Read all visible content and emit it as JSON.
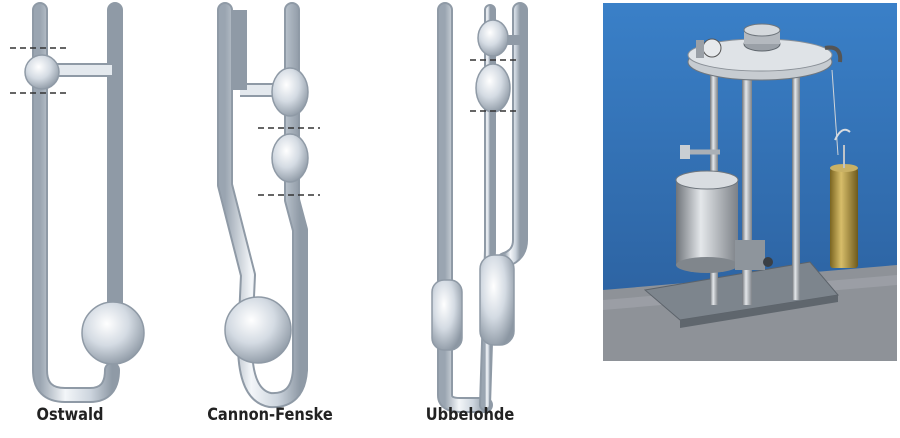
{
  "viscometers": [
    {
      "id": "ostwald",
      "label": "Ostwald"
    },
    {
      "id": "cannon-fenske",
      "label": "Cannon-Fenske"
    },
    {
      "id": "ubbelohde",
      "label": "Ubbelohde"
    }
  ],
  "colors": {
    "glass_light": "#eef2f6",
    "glass_mid": "#c3ccd6",
    "glass_dark": "#8f9aa6",
    "dashed_line": "#333333",
    "photo_background": "#2f6fb5",
    "photo_table": "#8e9298"
  }
}
